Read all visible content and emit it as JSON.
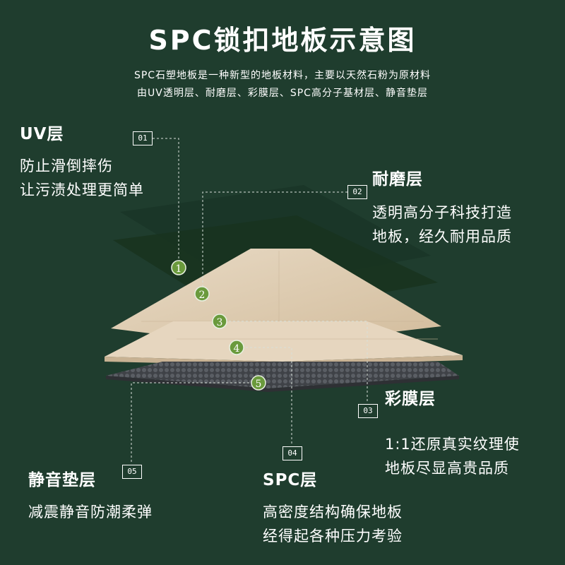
{
  "title": "SPC锁扣地板示意图",
  "subtitle": [
    "SPC石塑地板是一种新型的地板材料，主要以天然石粉为原材料",
    "由UV透明层、耐磨层、彩膜层、SPC高分子基材层、静音垫层"
  ],
  "markers": [
    "1",
    "2",
    "3",
    "4",
    "5"
  ],
  "layers": {
    "uv": {
      "tag": "01",
      "title": "UV层",
      "desc": [
        "防止滑倒摔伤",
        "让污渍处理更简单"
      ]
    },
    "wear": {
      "tag": "02",
      "title": "耐磨层",
      "desc": [
        "透明高分子科技打造",
        "地板，经久耐用品质"
      ]
    },
    "film": {
      "tag": "03",
      "title": "彩膜层",
      "desc": [
        "1:1还原真实纹理使",
        "地板尽显高贵品质"
      ]
    },
    "spc": {
      "tag": "04",
      "title": "SPC层",
      "desc": [
        "高密度结构确保地板",
        "经得起各种压力考验"
      ]
    },
    "pad": {
      "tag": "05",
      "title": "静音垫层",
      "desc": [
        "减震静音防潮柔弹"
      ]
    }
  },
  "colors": {
    "background": "#1f3d2e",
    "marker": "#6a9a3c",
    "wood": "#e0cfb6",
    "pad": "#4a4d52"
  }
}
